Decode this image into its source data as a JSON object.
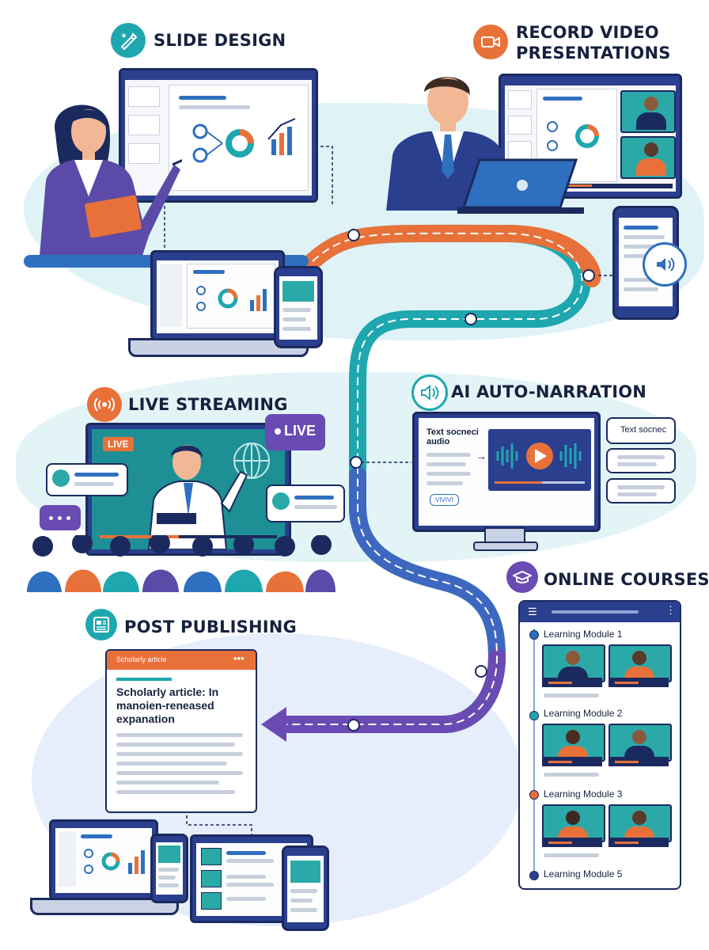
{
  "sections": {
    "slide_design": "SLIDE DESIGN",
    "record_video": [
      "RECORD VIDEO",
      "PRESENTATIONS"
    ],
    "live_streaming": "LIVE STREAMING",
    "ai_narration": "AI AUTO-NARRATION",
    "online_courses": "ONLINE COURSES",
    "post_publishing": "POST PUBLISHING"
  },
  "live_screen_badge": "LIVE",
  "live_bubble": "LIVE",
  "narration": {
    "screen_text": [
      "Text socneci",
      "audio"
    ],
    "screen_button": "VIVIVI",
    "bubble_text": "Text socnec"
  },
  "courses": {
    "modules": [
      "Learning Module 1",
      "Learning Module 2",
      "Learning Module 3",
      "Learning Module 5"
    ]
  },
  "article": {
    "header": "Scholarly article",
    "title": [
      "Scholarly article: In",
      "manoien-reneased",
      "expanation"
    ]
  },
  "colors": {
    "path_orange": "#e8713a",
    "path_teal": "#1fa7b0",
    "path_blue": "#2f6fbf",
    "path_purple": "#6a4bb3",
    "navy": "#1b2a5e",
    "blob": "#dff2f6"
  }
}
